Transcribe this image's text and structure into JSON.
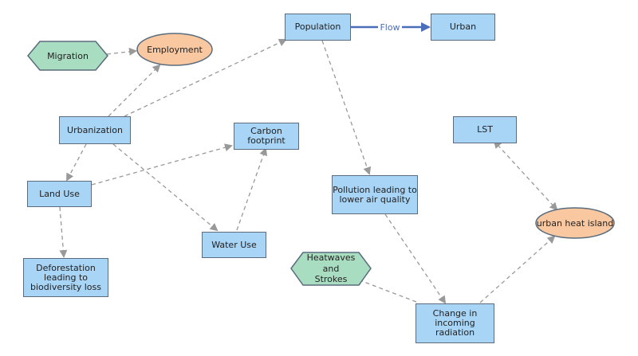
{
  "nodes": {
    "population": "Population",
    "urban": "Urban",
    "migration": "Migration",
    "employment": "Employment",
    "urbanization": "Urbanization",
    "carbon_footprint": "Carbon\nfootprint",
    "lst": "LST",
    "land_use": "Land Use",
    "pollution": "Pollution leading to\nlower air quality",
    "urban_heat_island": "urban heat island",
    "water_use": "Water Use",
    "deforestation": "Deforestation\nleading to\nbiodiversity loss",
    "heatwaves_line1": "Heatwaves",
    "heatwaves_line2": "and",
    "heatwaves_line3": "Strokes",
    "change_radiation": "Change in\nincoming radiation"
  },
  "edges": {
    "flow_label": "Flow"
  },
  "colors": {
    "box_fill": "#a8d4f5",
    "ellipse_fill": "#f9c8a0",
    "hexagon_fill": "#a9ddc1",
    "stroke": "#5a6c7d",
    "dashed_arrow": "#999999",
    "flow_arrow": "#4a6fb8"
  }
}
